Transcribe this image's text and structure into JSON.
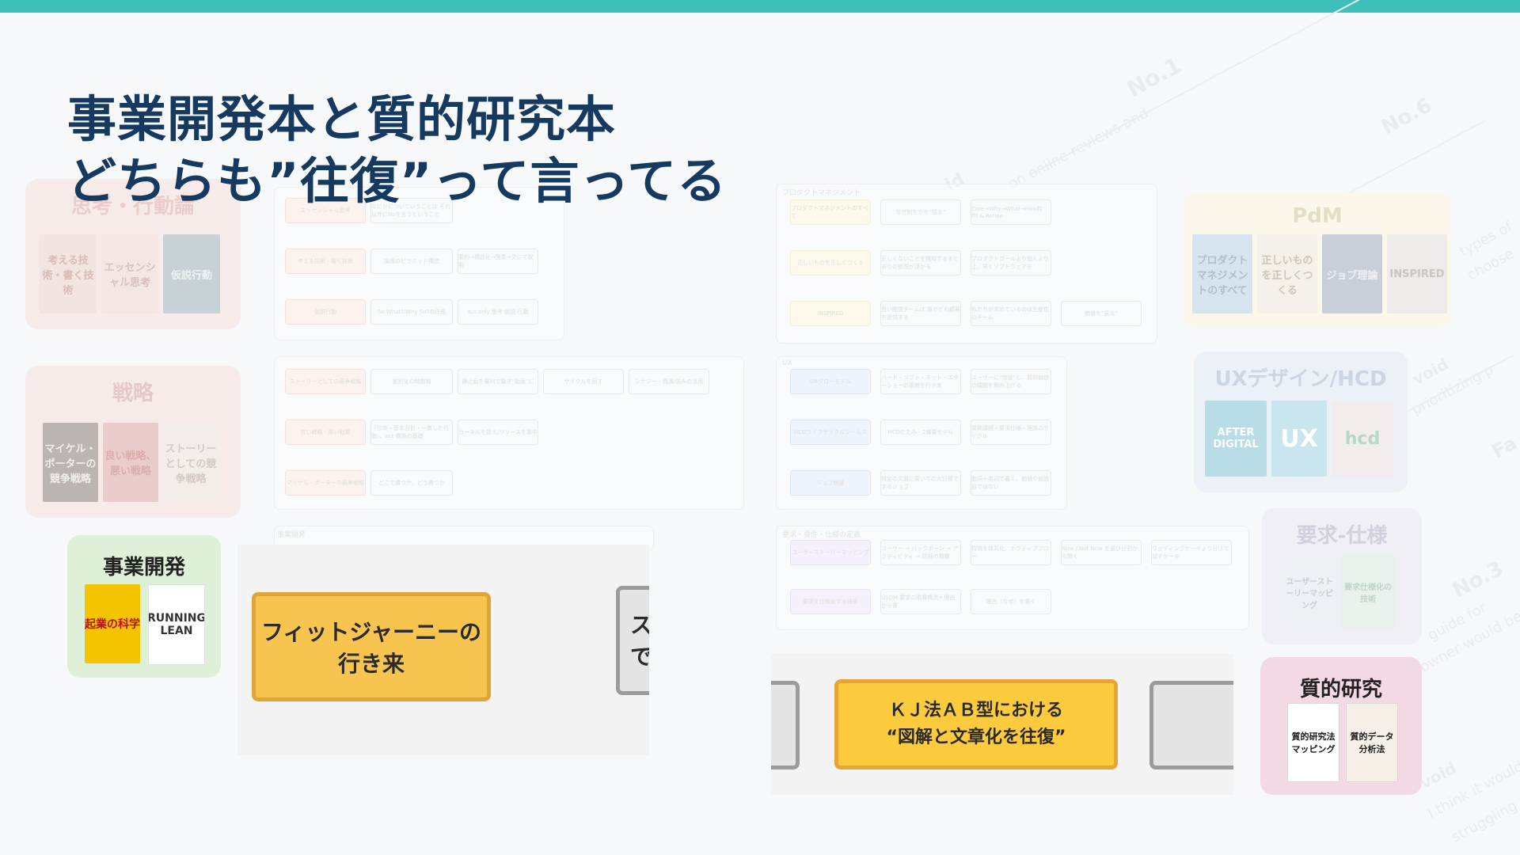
{
  "slide": {
    "title_line1": "事業開発本と質的研究本",
    "title_line2": "どちらも”往復”って言ってる"
  },
  "colors": {
    "top_bar": "#3fbfb9",
    "title": "#163a5f",
    "highlight_fill": "#f7c44f",
    "highlight_border": "#dea63a",
    "jigyou_panel": "#dff0d9",
    "shitsu_panel": "#f2d9e4"
  },
  "background_text": {
    "no1": "No.1",
    "no6": "No.6",
    "no3": "No.3",
    "reviews": "on online reviews and",
    "id": "id",
    "types": "types of",
    "choose": "choose",
    "avoid1": "void",
    "prioritizing": "prioritizing p",
    "fa": "Fa",
    "guide": "guide for",
    "owner": "owner would be",
    "avoid2": "void",
    "think": "I think it would",
    "struggling": "struggling"
  },
  "panels": {
    "shikou": {
      "title": "思考・行動論",
      "books": [
        "考える技術・書く技術",
        "エッセンシャル思考",
        "仮説行動"
      ],
      "book_colors": [
        "#f2e4e1",
        "#f3e6e3",
        "#c8d2d6"
      ]
    },
    "senryaku": {
      "title": "戦略",
      "books": [
        "マイケル・ポーターの競争戦略",
        "良い戦略、悪い戦略",
        "ストーリーとしての競争戦略"
      ],
      "book_colors": [
        "#bcb4b2",
        "#eacccc",
        "#f2ecea"
      ]
    },
    "jigyou": {
      "title": "事業開発",
      "books": [
        "起業の科学",
        "RUNNING LEAN"
      ],
      "book_colors": [
        "#f5c400",
        "#ffffff"
      ],
      "book_text_colors": [
        "#b5121b",
        "#333333"
      ]
    },
    "pdm": {
      "title": "PdM",
      "books": [
        "プロダクトマネジメントのすべて",
        "正しいものを正しくつくる",
        "ジョブ理論",
        "INSPIRED"
      ],
      "book_colors": [
        "#d6e4ef",
        "#f4f1ea",
        "#c9cfd9",
        "#ecebe8"
      ]
    },
    "ux": {
      "title": "UXデザイン/HCD",
      "books": [
        "AFTER DIGITAL",
        "UX",
        "hcd"
      ],
      "book_colors": [
        "#b8dde7",
        "#c9e6ee",
        "#f2ecec"
      ]
    },
    "youkyu": {
      "title": "要求-仕様",
      "books": [
        "ユーザーストーリーマッピング",
        "要求仕様化の技術"
      ],
      "book_colors": [
        "#eef0f4",
        "#e8f1ec"
      ]
    },
    "shitsu": {
      "title": "質的研究",
      "books": [
        "質的研究法マッピング",
        "質的データ分析法"
      ],
      "book_colors": [
        "#ffffff",
        "#f6efe8"
      ],
      "book_text_colors": [
        "#1a1a1a",
        "#1a1a1a"
      ]
    }
  },
  "flow_left": {
    "sections": [
      "",
      "",
      "事業開発"
    ],
    "top_labels": [
      "エッセンシャル思考",
      "なにかについていうことは それ以外にNoを言うということ",
      "考える技術・書く技術",
      "論理のピラミッド構造",
      "要約→構造化→箇条→文にて説明",
      "仮説行動",
      "So What?/Why So?の往復",
      "act only 思考 仮説 行動"
    ],
    "mid_labels": [
      "ストーリーとしての競争戦略",
      "差別化の時間軸",
      "静止画を羅列で繋ぎ“動画”に",
      "サイクルを回す",
      "シナジー・資源/強みの活用",
      "良い戦略・悪い戦略",
      "「診断・基本方針・一貫した行動」、act 構築の基礎",
      "カーネルを捉え/リソースを集中",
      "マイケル・ポーターの競争戦略",
      "どこで勝つか、どう勝つか"
    ]
  },
  "flow_right": {
    "sections": [
      "プロダクトマネジメント",
      "UX",
      "要求・要件・仕様の定義"
    ],
    "top_labels": [
      "プロダクトマネジメントのすべて",
      "なぜ何をかを“語る”",
      "Core→Why→What→How粒 Fit & Refine",
      "正しいものを正しくつくる",
      "正しくないことを検知するまとまりの仮説が浮かる",
      "プロダクトゴールより個人より上、早くソフトウェアを",
      "INSPIRED",
      "良い開発チームは 誰がどれ顧客を提供する",
      "私たちが求めているのは生産性のチーム",
      "価値を“見る”"
    ],
    "mid_labels": [
      "UXグローモデル",
      "ハード・ソフト・ネット・エターショーの複雑を行き来",
      "ユーザーに“価値”し、質問価値の課題を解み上げる",
      "HCDライフサイクルツールス",
      "HCDたたみ・2軸要モデル",
      "業務課題・要求仕様・理論のサイクル",
      "ジョブ理論",
      "特定の文脈に置いての大目標でするジョブ",
      "動詞＋名詞で書く、価値や仮説目ではない"
    ],
    "bottom_labels": [
      "ユーザーストーリーマッピング",
      "ユーザー → バックボーン → アクティビティ → 詳細の階層",
      "特徴を体系化、ナラティブフロー",
      "Now / Not Now を選び分割から関く",
      "ウェディングケーキより分けて試すケーキ",
      "要求を仕様化する技術",
      "USDM 要求の階層構造＋理由から書",
      "理由（なぜ）を書く"
    ]
  },
  "highlights": {
    "left_button": "フィットジャーニーの行き来",
    "left_partial": "ス\nで",
    "right_button_line1": "ＫＪ法ＡＢ型における",
    "right_button_line2": "“図解と文章化を往復”"
  }
}
